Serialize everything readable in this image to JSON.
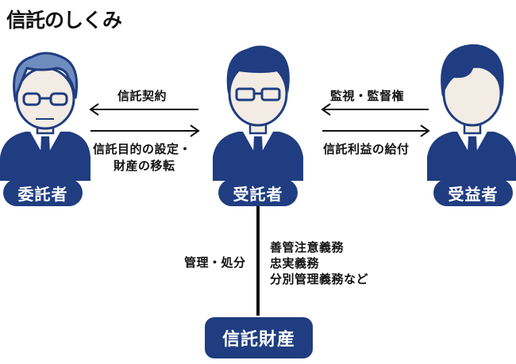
{
  "title": "信託のしくみ",
  "actors": {
    "settlor": "委託者",
    "trustee": "受託者",
    "beneficiary": "受益者"
  },
  "trust_property": "信託財産",
  "relations": {
    "trust_contract": "信託契約",
    "purpose_line1": "信託目的の設定・",
    "purpose_line2": "財産の移転",
    "supervision": "監視・監督権",
    "benefit_delivery": "信託利益の給付",
    "management": "管理・処分",
    "duty_line1": "善管注意義務",
    "duty_line2": "忠実義務",
    "duty_line3": "分別管理義務など"
  },
  "colors": {
    "navy": "#1f3d80",
    "skin": "#f2ece4",
    "hair_gray": "#6f8cbf",
    "arrow": "#111111"
  }
}
